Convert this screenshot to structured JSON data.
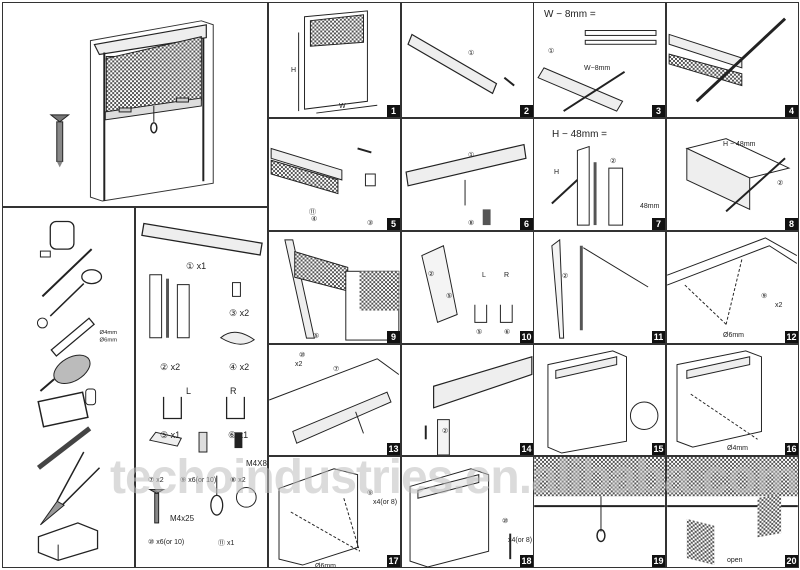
{
  "title": "Roller insect screen installation instructions",
  "overview": {
    "label": "Assembled roller screen with mounting screw"
  },
  "tools": {
    "items": [
      "tape-measure",
      "pencil",
      "screwdriver",
      "utility-knife",
      "electric-drill",
      "hacksaw",
      "file",
      "pliers",
      "miter-box"
    ],
    "drill_bits": [
      "Ø4mm",
      "Ø6mm"
    ]
  },
  "parts": {
    "items": [
      {
        "id": "1",
        "qty": "x1"
      },
      {
        "id": "2",
        "qty": "x2"
      },
      {
        "id": "3",
        "qty": "x2"
      },
      {
        "id": "4",
        "qty": "x2"
      },
      {
        "id": "5",
        "qty": "x1",
        "side": "L"
      },
      {
        "id": "6",
        "qty": "x1",
        "side": "R"
      },
      {
        "id": "7",
        "qty": "x2"
      },
      {
        "id": "9",
        "qty": "x6(or 10)"
      },
      {
        "id": "8",
        "qty": "x2",
        "spec": "M4X8"
      },
      {
        "id": "10",
        "qty": "x6(or 10)",
        "spec": "M4x25"
      },
      {
        "id": "11",
        "qty": "x1"
      }
    ]
  },
  "steps": [
    {
      "num": "1",
      "labels": {
        "h": "H",
        "w": "W"
      }
    },
    {
      "num": "2",
      "labels": {
        "part": "①"
      }
    },
    {
      "num": "3",
      "labels": {
        "formula": "W − 8mm =",
        "part": "①",
        "cut": "W−8mm"
      }
    },
    {
      "num": "4"
    },
    {
      "num": "5",
      "labels": {
        "p4": "④",
        "p11": "⑪",
        "p3": "③"
      }
    },
    {
      "num": "6",
      "labels": {
        "p1": "①",
        "p8": "⑧"
      }
    },
    {
      "num": "7",
      "labels": {
        "formula": "H − 48mm =",
        "h": "H",
        "p2": "②",
        "gap": "48mm"
      }
    },
    {
      "num": "8",
      "labels": {
        "cut": "H − 48mm",
        "p2": "②"
      }
    },
    {
      "num": "9",
      "labels": {
        "p5": "⑤"
      }
    },
    {
      "num": "10",
      "labels": {
        "p2": "②",
        "p5a": "⑤",
        "l": "L",
        "r": "R",
        "p5": "⑤",
        "p6": "⑥"
      }
    },
    {
      "num": "11",
      "labels": {
        "p2": "②"
      }
    },
    {
      "num": "12",
      "labels": {
        "bit": "Ø6mm",
        "p9": "⑨",
        "qty": "x2"
      }
    },
    {
      "num": "13",
      "labels": {
        "p10": "⑩",
        "qty": "x2",
        "p7": "⑦"
      }
    },
    {
      "num": "14",
      "labels": {
        "p2": "②"
      }
    },
    {
      "num": "15"
    },
    {
      "num": "16",
      "labels": {
        "bit": "Ø4mm"
      }
    },
    {
      "num": "17",
      "labels": {
        "p9": "⑨",
        "qty": "x4(or 8)",
        "bit": "Ø6mm"
      }
    },
    {
      "num": "18",
      "labels": {
        "p10": "⑩",
        "qty": "x4(or 8)"
      }
    },
    {
      "num": "19"
    },
    {
      "num": "20",
      "labels": {
        "open": "open"
      }
    }
  ],
  "watermark": "techoindustries.en.alibaba.com"
}
